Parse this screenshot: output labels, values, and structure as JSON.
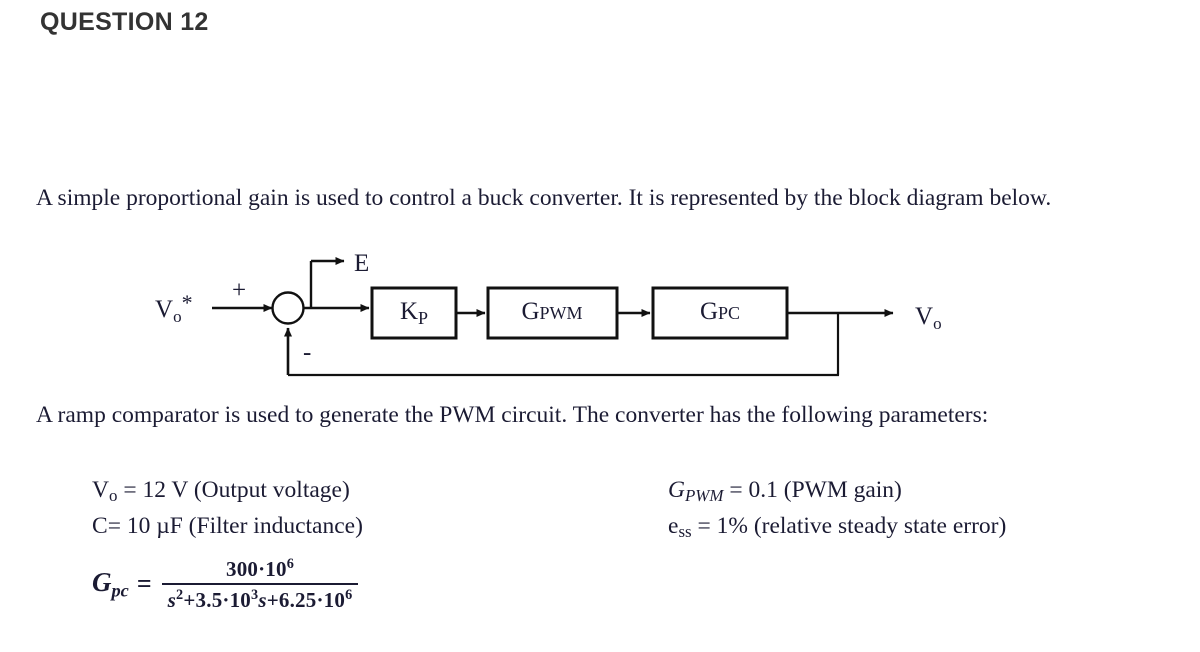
{
  "heading": "QUESTION 12",
  "intro_paragraph": "A simple proportional gain is used to control a buck converter.  It is represented by the block diagram below.",
  "ramp_paragraph": "A ramp comparator is used to generate the PWM circuit.  The converter has the following parameters:",
  "diagram": {
    "input_label": "V",
    "input_label_sub": "o",
    "input_label_star": "*",
    "plus_sign": "+",
    "minus_sign": "-",
    "error_label": "E",
    "block_kp_main": "K",
    "block_kp_sub": "P",
    "block_gpwm_main": "G",
    "block_gpwm_sub": "PWM",
    "block_gpc_main": "G",
    "block_gpc_sub": "PC",
    "output_label": "V",
    "output_label_sub": "o",
    "line_color": "#111111"
  },
  "parameters": {
    "vo": {
      "symbol": "V",
      "sub": "o",
      "rest": " = 12 V (Output voltage)"
    },
    "c": {
      "symbol": "C",
      "sub": "",
      "rest": "= 10 µF (Filter inductance)"
    },
    "gpwm": {
      "symbol": "G",
      "sub": "PWM",
      "rest": " = 0.1 (PWM gain)"
    },
    "ess": {
      "symbol": "e",
      "sub": "ss",
      "rest": " = 1% (relative steady state error)"
    }
  },
  "gpc": {
    "lhs_symbol": "G",
    "lhs_sub": "pc",
    "equals": "=",
    "numerator_base": "300·10",
    "numerator_exp": "6",
    "denominator_parts": {
      "s1": "s",
      "s1_exp": "2",
      "plus1": "+3.5·10",
      "exp2": "3",
      "s2": "s",
      "plus2": "+6.25·10",
      "exp3": "6"
    }
  }
}
